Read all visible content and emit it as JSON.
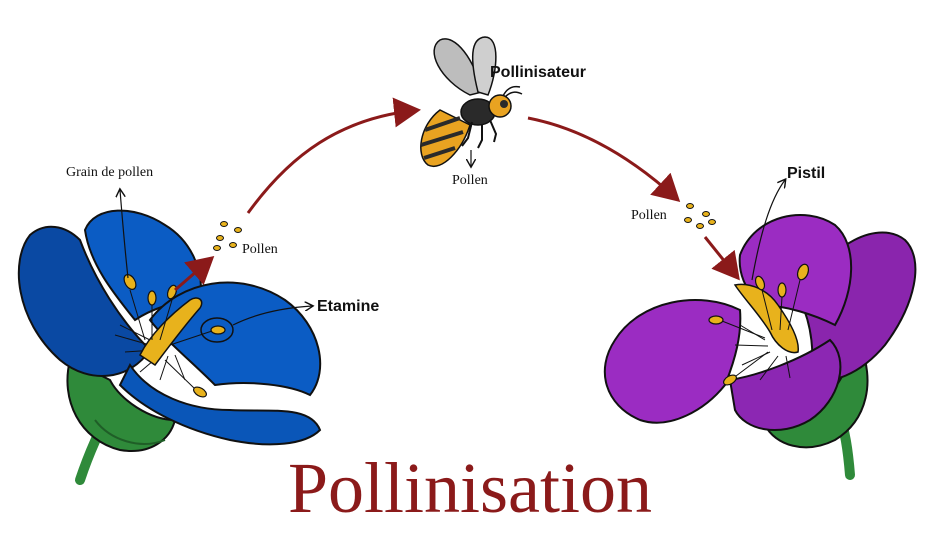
{
  "title": "Pollinisation",
  "labels": {
    "grain_de_pollen": "Grain de pollen",
    "pollen_left": "Pollen",
    "pollen_bee": "Pollen",
    "pollen_right": "Pollen",
    "etamine": "Etamine",
    "pollinisateur": "Pollinisateur",
    "pistil": "Pistil"
  },
  "colors": {
    "title": "#8b1a1a",
    "arrow": "#8b1a1a",
    "flower_left": "#0b5cc4",
    "flower_left_dark": "#0a3f8a",
    "flower_right": "#9b2cc2",
    "flower_right_dark": "#6a1c86",
    "pollen": "#e8b21c",
    "stem": "#2f8a3a",
    "bee_body": "#e9a321",
    "bee_dark": "#2a2a2a"
  },
  "icons": {
    "left_flower": "blue-flower-icon",
    "right_flower": "purple-flower-icon",
    "pollinator": "wasp-icon"
  }
}
